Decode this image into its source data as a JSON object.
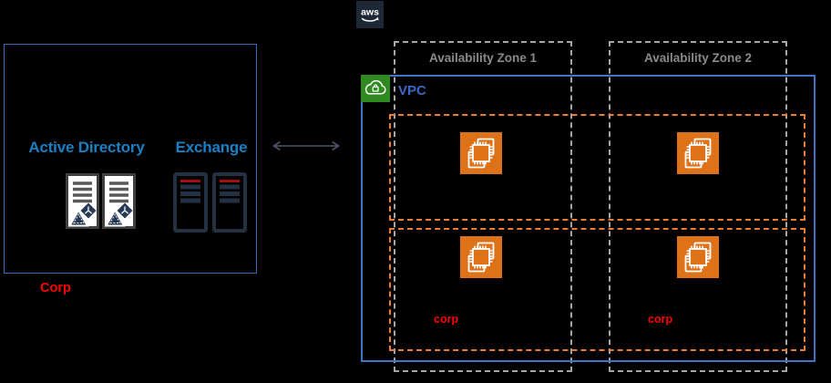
{
  "aws_logo": {
    "text": "aws"
  },
  "on_premises": {
    "active_directory_label": "Active Directory",
    "exchange_label": "Exchange",
    "corp_label": "Corp"
  },
  "connector": {
    "type": "bidirectional-arrow"
  },
  "cloud": {
    "vpc_label": "VPC",
    "availability_zones": [
      {
        "label": "Availability Zone 1"
      },
      {
        "label": "Availability Zone 2"
      }
    ],
    "subnet_corp_labels": [
      "corp",
      "corp"
    ]
  },
  "icons": {
    "aws": "aws-logo-icon",
    "vpc": "vpc-cloud-lock-icon",
    "ec2": "ec2-instance-icon",
    "active_directory": "active-directory-server-icon",
    "exchange": "exchange-server-icon",
    "connector": "bidirectional-arrow-icon"
  },
  "colors": {
    "background": "#000000",
    "onprem_border_blue": "#3a6eb5",
    "vpc_border_blue": "#4472c4",
    "title_blue": "#1a80c4",
    "vpc_label_blue": "#3c68c4",
    "az_gray": "#a6a6a6",
    "az_label_gray": "#8a8a8a",
    "subnet_orange": "#ed7d31",
    "corp_red": "#ff0000",
    "ec2_orange": "#dd7219",
    "vpc_green": "#2f8a1f",
    "aws_navy": "#1d2936",
    "server_navy": "#243142",
    "arrow_gray": "#4e5a66"
  }
}
